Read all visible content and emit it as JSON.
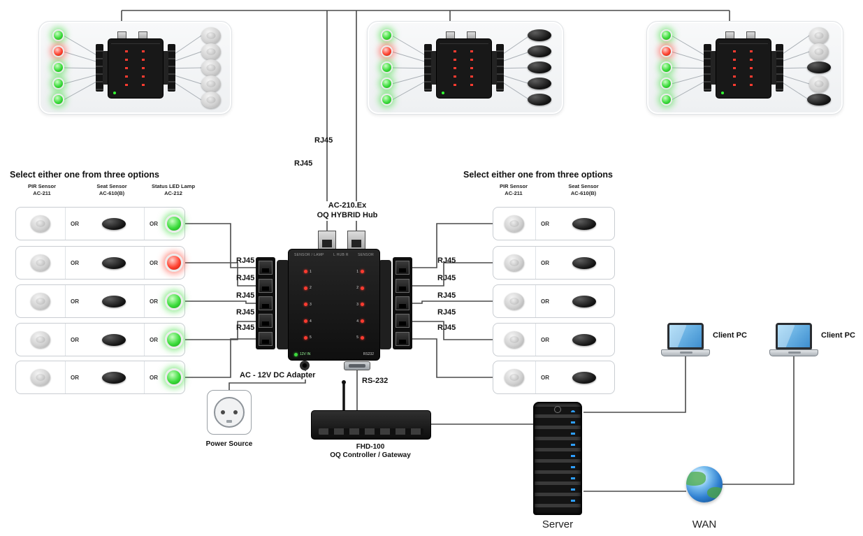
{
  "labels": {
    "rj45": "RJ45",
    "or": "OR",
    "select_option_heading": "Select either one from three options",
    "hub_name_line1": "AC-210.Ex",
    "hub_name_line2": "OQ HYBRID Hub",
    "adapter": "AC - 12V DC Adapter",
    "rs232": "RS-232",
    "power_source": "Power Source",
    "controller_line1": "FHD-100",
    "controller_line2": "OQ Controller / Gateway",
    "server": "Server",
    "wan": "WAN",
    "client_pc": "Client PC"
  },
  "device_headers": {
    "pir_line1": "PIR Sensor",
    "pir_line2": "AC-211",
    "seat_line1": "Seat Sensor",
    "seat_line2": "AC-610(B)",
    "lamp_line1": "Status LED Lamp",
    "lamp_line2": "AC-212"
  },
  "hub_face": {
    "left_header": "SENSOR / LAMP",
    "center_header": "L   HUB   R",
    "right_header": "SENSOR",
    "power_label": "12V IN",
    "serial_label": "RS232",
    "port_numbers": [
      "1",
      "2",
      "3",
      "4",
      "5"
    ]
  },
  "left_options": {
    "rows": [
      {
        "lamp": "green"
      },
      {
        "lamp": "red"
      },
      {
        "lamp": "green"
      },
      {
        "lamp": "green"
      },
      {
        "lamp": "green"
      }
    ]
  },
  "top_panels": [
    {
      "leds": [
        "green",
        "red",
        "green",
        "green",
        "green"
      ],
      "devices": [
        "pir",
        "pir",
        "pir",
        "pir",
        "pir"
      ]
    },
    {
      "leds": [
        "green",
        "red",
        "green",
        "green",
        "green"
      ],
      "devices": [
        "seat",
        "seat",
        "seat",
        "seat",
        "seat"
      ]
    },
    {
      "leds": [
        "green",
        "red",
        "green",
        "green",
        "green"
      ],
      "devices": [
        "pir",
        "pir",
        "seat",
        "pir",
        "seat"
      ]
    }
  ],
  "colors": {
    "led_green": "#3ddc3d",
    "led_red": "#ff4433",
    "cable": "#4a4a4a",
    "panel_bg": "#f4f6f7",
    "globe_blue": "#2f7fd0",
    "laptop_screen": "#5aa9e6"
  }
}
